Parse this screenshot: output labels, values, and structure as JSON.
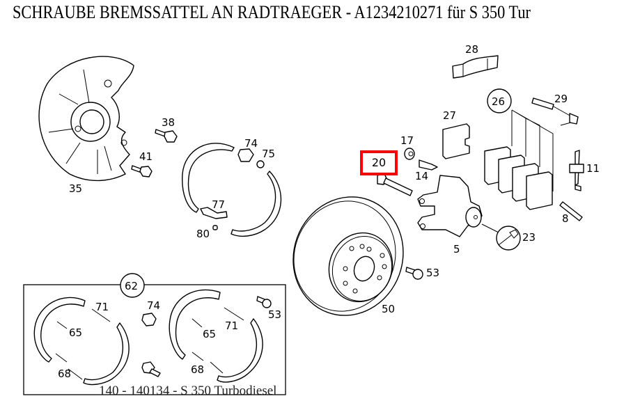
{
  "title": "SCHRAUBE BREMSSATTEL AN RADTRAEGER - A1234210271 für S 350 Tur",
  "caption": "140 - 140134 - S 350 Turbodiesel",
  "highlight": {
    "label": "20",
    "color": "#ff0000"
  },
  "callouts": {
    "c28": "28",
    "c26": "26",
    "c29": "29",
    "c27": "27",
    "c17": "17",
    "c14": "14",
    "c11": "11",
    "c8": "8",
    "c5": "5",
    "c23": "23",
    "c53a": "53",
    "c50": "50",
    "c38": "38",
    "c41": "41",
    "c35": "35",
    "c74a": "74",
    "c75": "75",
    "c77": "77",
    "c80": "80",
    "c62": "62",
    "c71a": "71",
    "c65a": "65",
    "c68a": "68",
    "c74b": "74",
    "c71b": "71",
    "c65b": "65",
    "c68b": "68",
    "c53b": "53"
  },
  "parts": [
    {
      "no": "35",
      "name": "dust-shield"
    },
    {
      "no": "38",
      "name": "bolt"
    },
    {
      "no": "41",
      "name": "bolt"
    },
    {
      "no": "74",
      "name": "adjuster-nut"
    },
    {
      "no": "75",
      "name": "sleeve"
    },
    {
      "no": "77",
      "name": "lever"
    },
    {
      "no": "80",
      "name": "clip"
    },
    {
      "no": "20",
      "name": "caliper-bolt",
      "highlighted": true
    },
    {
      "no": "17",
      "name": "bleed-cap"
    },
    {
      "no": "14",
      "name": "bleed-screw"
    },
    {
      "no": "27",
      "name": "shim"
    },
    {
      "no": "28",
      "name": "spring-plate"
    },
    {
      "no": "26",
      "name": "brake-pad-set"
    },
    {
      "no": "29",
      "name": "wear-sensor"
    },
    {
      "no": "11",
      "name": "retaining-spring"
    },
    {
      "no": "8",
      "name": "guide-pin"
    },
    {
      "no": "5",
      "name": "brake-caliper"
    },
    {
      "no": "23",
      "name": "repair-kit"
    },
    {
      "no": "50",
      "name": "brake-disc"
    },
    {
      "no": "53",
      "name": "disc-screw"
    },
    {
      "no": "62",
      "name": "parking-brake-shoe-set"
    },
    {
      "no": "65",
      "name": "spring"
    },
    {
      "no": "68",
      "name": "spring"
    },
    {
      "no": "71",
      "name": "spring"
    }
  ]
}
